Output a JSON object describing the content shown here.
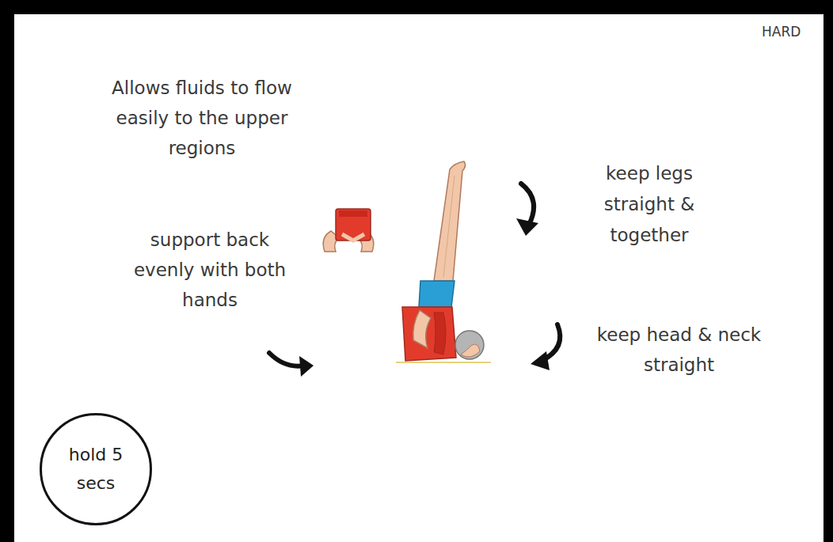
{
  "diagram": {
    "nodes": [
      {
        "text": [
          "hold 5 secs"
        ]
      }
    ],
    "labels": [
      "HARD",
      "Allows fluids to flow easily to the upper regions",
      "support back evenly with both hands",
      "keep legs straight & together",
      "keep head & neck straight"
    ]
  }
}
